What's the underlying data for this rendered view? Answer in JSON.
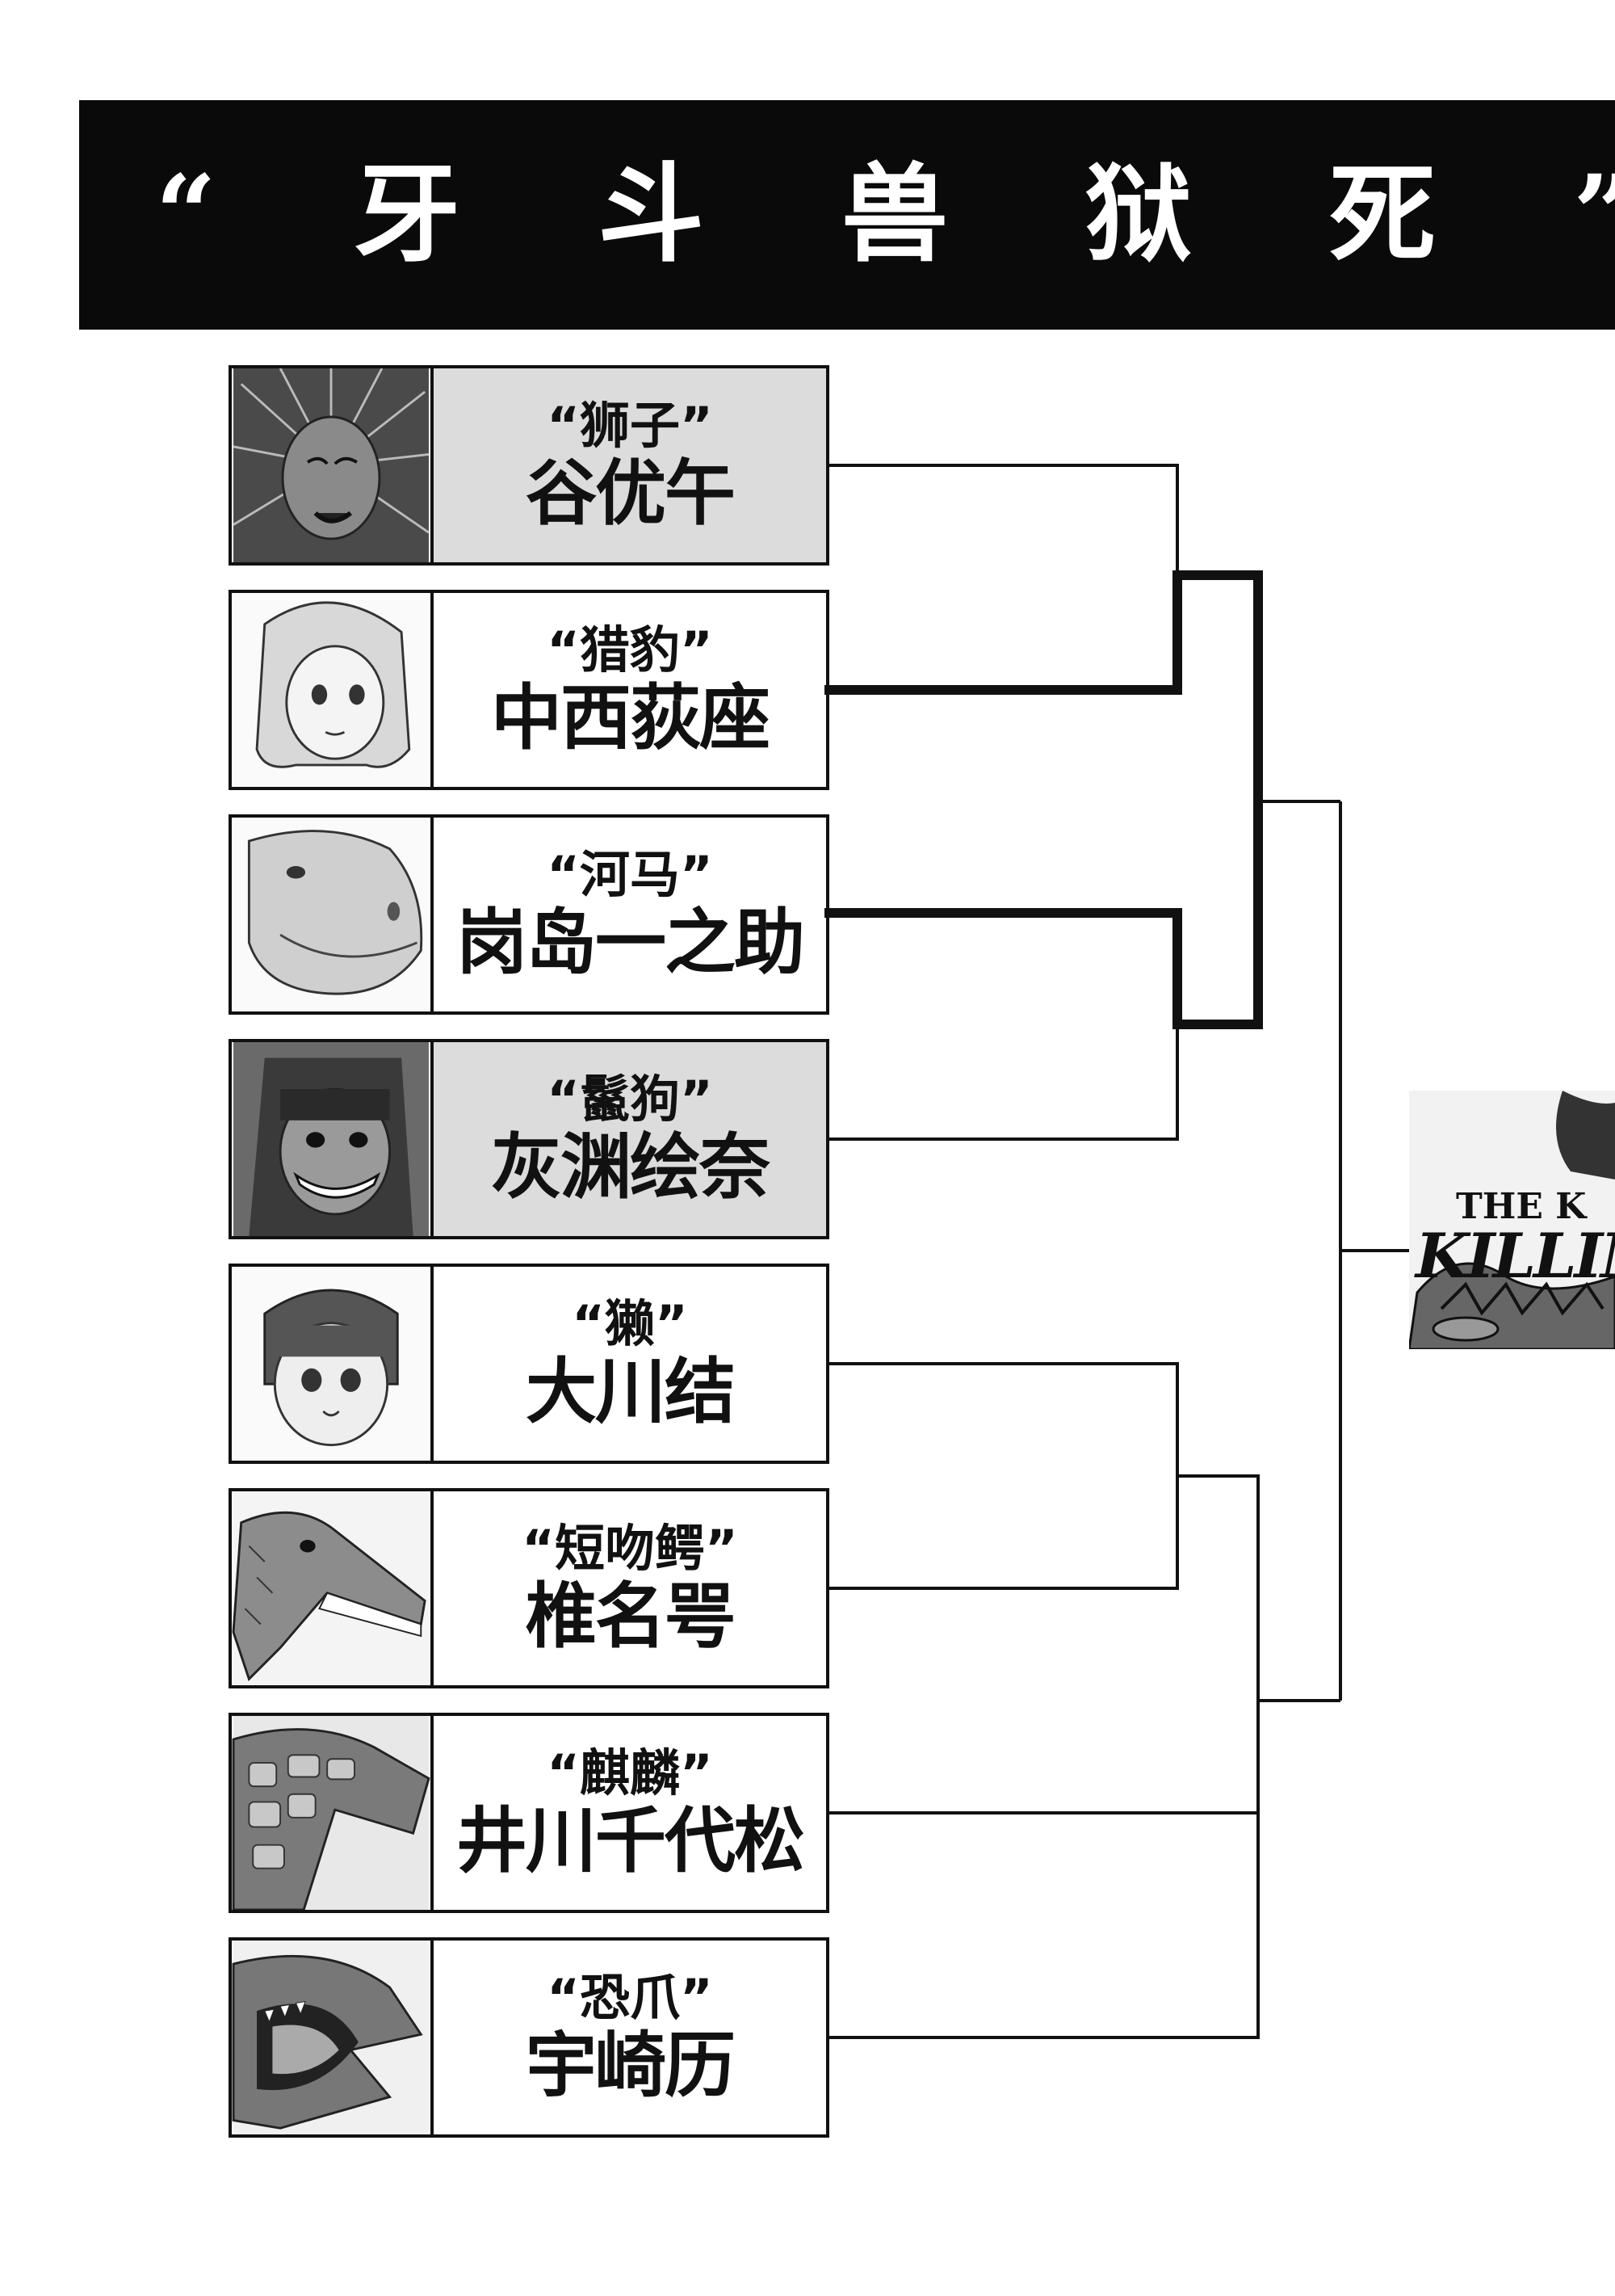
{
  "title": "“ 牙 斗 兽 狱 死 ”",
  "entries": [
    {
      "species": "“狮子”",
      "name": "谷优午",
      "shaded": true
    },
    {
      "species": "“猎豹”",
      "name": "中西荻座",
      "shaded": false
    },
    {
      "species": "“河马”",
      "name": "岗岛一之助",
      "shaded": false
    },
    {
      "species": "“鬣狗”",
      "name": "灰渊绘奈",
      "shaded": true
    },
    {
      "species": "“獭”",
      "name": "大川结",
      "shaded": false
    },
    {
      "species": "“短吻鳄”",
      "name": "椎名咢",
      "shaded": false
    },
    {
      "species": "“麒麟”",
      "name": "井川千代松",
      "shaded": false
    },
    {
      "species": "“恐爪”",
      "name": "宇崎历",
      "shaded": false
    }
  ],
  "logo": {
    "line1": "THE K",
    "line2": "KILLING"
  },
  "colors": {
    "ink": "#111111",
    "shade": "#dcdcdc",
    "title_bg": "#0a0a0a"
  }
}
